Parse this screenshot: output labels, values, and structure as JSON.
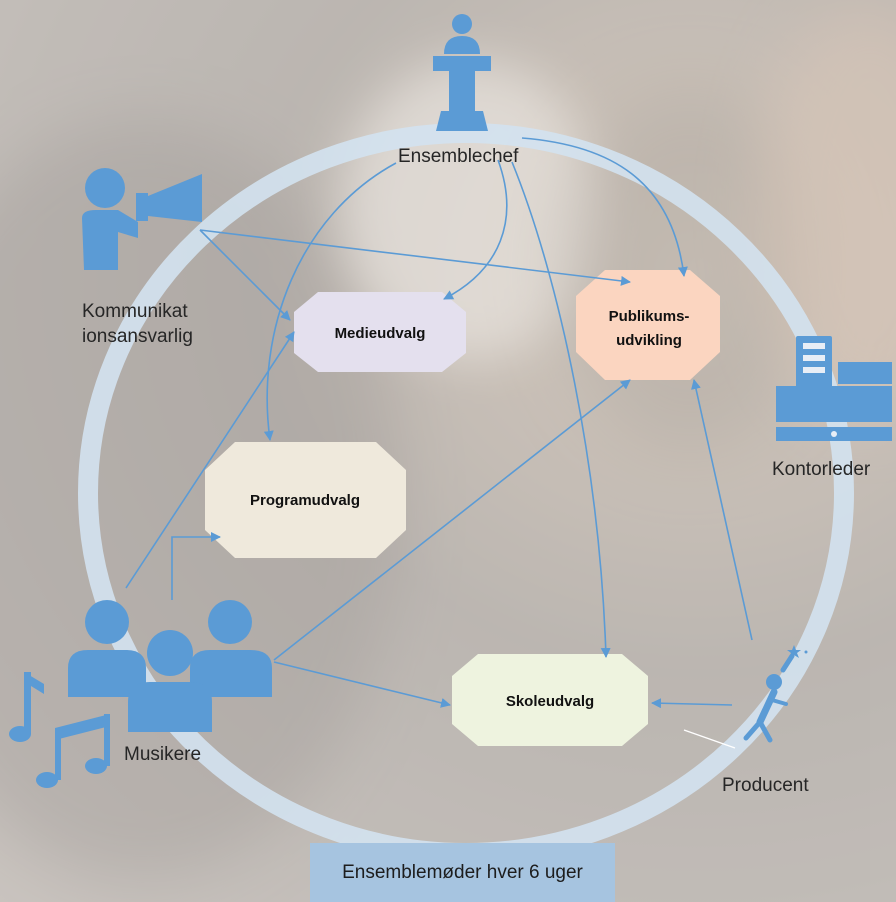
{
  "roles": {
    "ensemblechef": "Ensemblechef",
    "kommunikasjon": [
      "Kommunikat",
      "ionsansvarlig"
    ],
    "kontorleder": "Kontorleder",
    "musikere": "Musikere",
    "producent": "Producent"
  },
  "committees": {
    "medieudvalg": "Medieudvalg",
    "publikumsudvikling": [
      "Publikums-",
      "udvikling"
    ],
    "programudvalg": "Programudvalg",
    "skoleudvalg": "Skoleudvalg"
  },
  "footer": "Ensemblemøder hver 6 uger",
  "colors": {
    "icon": "#5b9bd5",
    "arrow": "#5b9bd5",
    "ring": "#d3e2f0",
    "medieudvalg_fill": "#e4e0ee",
    "publikumsudvikling_fill": "#fbd5c0",
    "programudvalg_fill": "#efe9dc",
    "skoleudvalg_fill": "#eef3df",
    "footer_fill": "#a6c4e0"
  },
  "icons": [
    "podium-speaker-icon",
    "megaphone-person-icon",
    "cash-register-icon",
    "group-people-icon",
    "music-notes-icon",
    "running-star-person-icon"
  ]
}
